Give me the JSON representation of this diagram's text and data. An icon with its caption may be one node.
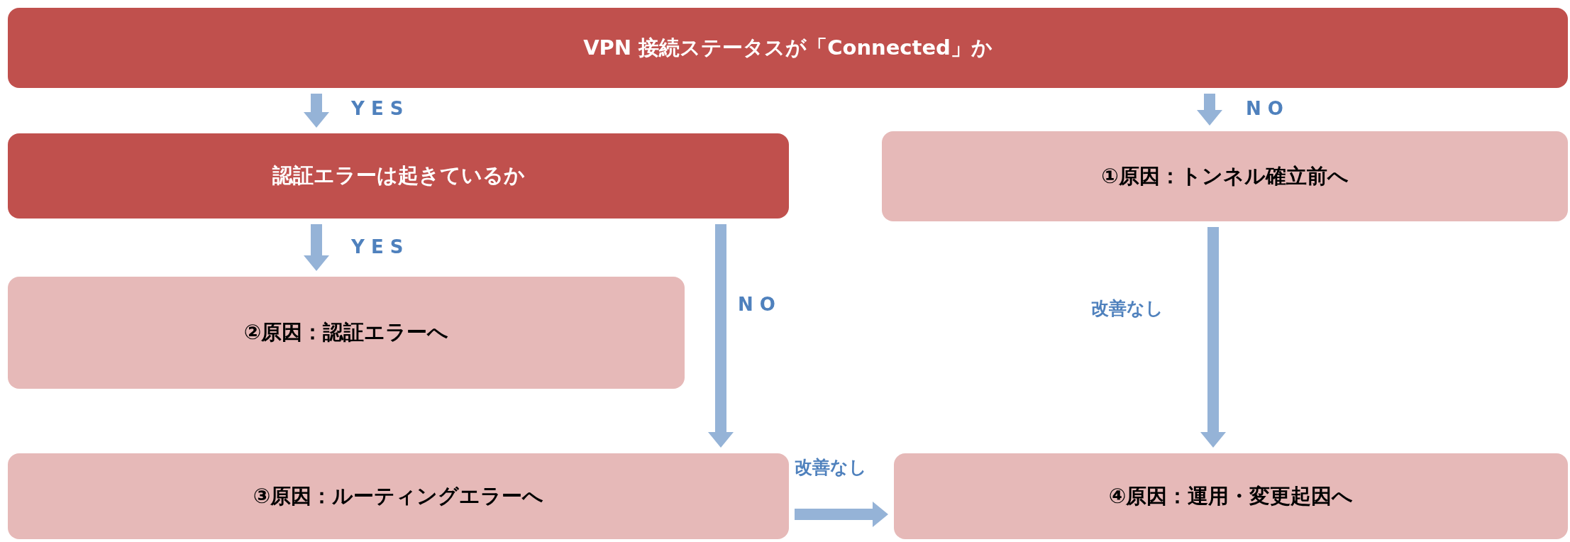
{
  "diagram": {
    "nodes": [
      {
        "text": [
          "VPN 接続ステータスが「Connected」か"
        ]
      },
      {
        "text": [
          "認証エラーは起きているか"
        ]
      },
      {
        "text": [
          "①原因：トンネル確立前へ"
        ]
      },
      {
        "text": [
          "②原因：認証エラーへ"
        ]
      },
      {
        "text": [
          "③原因：ルーティングエラーへ"
        ]
      },
      {
        "text": [
          "④原因：運用・変更起因へ"
        ]
      }
    ],
    "edges": [
      {
        "from": 0,
        "to": 1,
        "arrow": "to",
        "label": "YES"
      },
      {
        "from": 0,
        "to": 2,
        "arrow": "to",
        "label": "NO"
      },
      {
        "from": 1,
        "to": 3,
        "arrow": "to",
        "label": "YES"
      },
      {
        "from": 1,
        "to": 4,
        "arrow": "to",
        "label": "NO"
      },
      {
        "from": 2,
        "to": 5,
        "arrow": "to",
        "label": "改善なし"
      },
      {
        "from": 4,
        "to": 5,
        "arrow": "to",
        "label": "改善なし"
      }
    ]
  }
}
